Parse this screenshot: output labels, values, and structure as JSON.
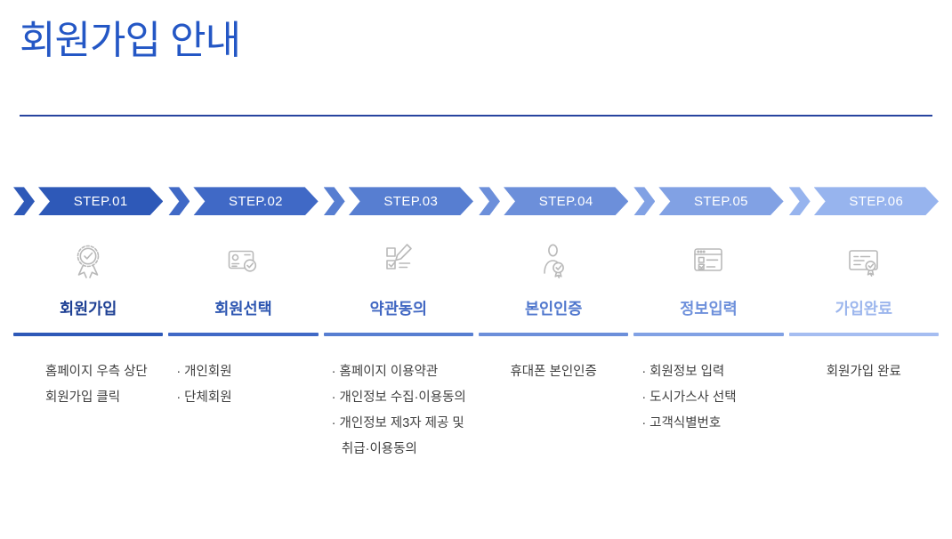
{
  "page": {
    "title": "회원가입 안내"
  },
  "colors": {
    "title": "#2457c5",
    "divider": "#27449f",
    "body_text": "#3f3f3f",
    "icon_stroke": "#b9b9b9"
  },
  "steps": [
    {
      "step_label": "STEP.01",
      "title": "회원가입",
      "icon": "medal-check-icon",
      "arrow_color": "#2e59b8",
      "title_color": "#1e4094",
      "bar_color": "#2e59b8",
      "desc_lines": [
        "홈페이지 우측 상단",
        "회원가입 클릭"
      ]
    },
    {
      "step_label": "STEP.02",
      "title": "회원선택",
      "icon": "id-card-check-icon",
      "arrow_color": "#4069c6",
      "title_color": "#2d56b1",
      "bar_color": "#4069c6",
      "desc_lines": [
        "· 개인회원",
        "· 단체회원"
      ]
    },
    {
      "step_label": "STEP.03",
      "title": "약관동의",
      "icon": "terms-checklist-pen-icon",
      "arrow_color": "#577ed1",
      "title_color": "#4167c2",
      "bar_color": "#577ed1",
      "desc_lines": [
        "· 홈페이지 이용약관",
        "· 개인정보 수집·이용동의",
        "· 개인정보 제3자 제공 및",
        "  취급·이용동의"
      ]
    },
    {
      "step_label": "STEP.04",
      "title": "본인인증",
      "icon": "person-verify-icon",
      "arrow_color": "#6c8fda",
      "title_color": "#5077cd",
      "bar_color": "#6c8fda",
      "desc_lines": [
        "휴대폰 본인인증"
      ]
    },
    {
      "step_label": "STEP.05",
      "title": "정보입력",
      "icon": "form-window-icon",
      "arrow_color": "#81a1e4",
      "title_color": "#6e90db",
      "bar_color": "#81a1e4",
      "desc_lines": [
        "· 회원정보 입력",
        "· 도시가스사 선택",
        "· 고객식별번호"
      ]
    },
    {
      "step_label": "STEP.06",
      "title": "가입완료",
      "icon": "certificate-icon",
      "arrow_color": "#97b4ee",
      "title_color": "#9cb6ed",
      "bar_color": "#a5bdf1",
      "desc_lines": [
        "회원가입 완료"
      ]
    }
  ]
}
